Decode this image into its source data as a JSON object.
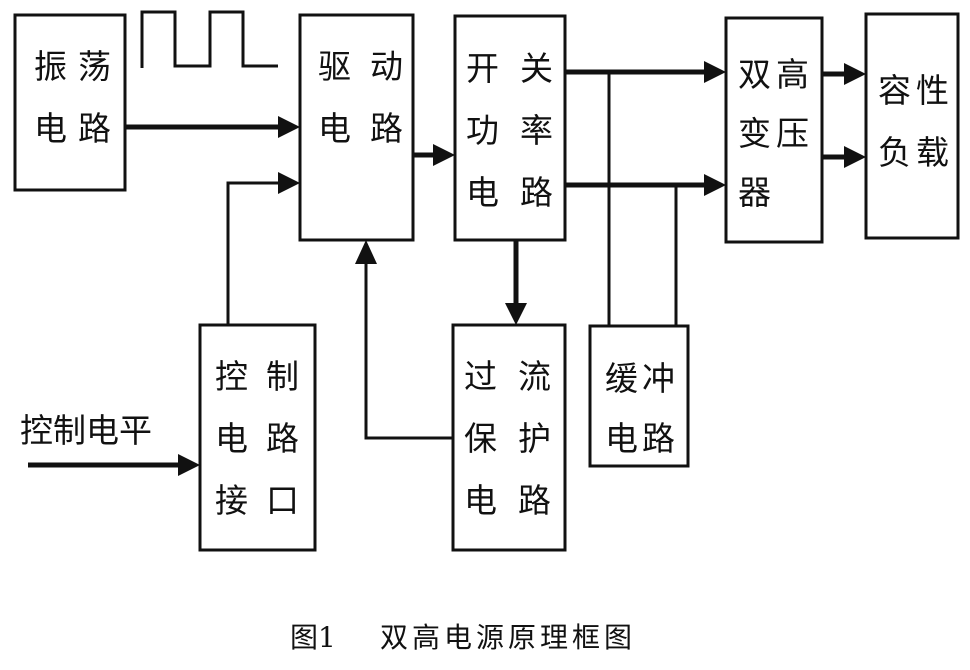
{
  "diagram": {
    "type": "block-diagram",
    "blocks": {
      "oscillator": {
        "chars": [
          "振",
          "荡",
          "电",
          "路"
        ],
        "text": "振荡电路"
      },
      "driver": {
        "chars": [
          "驱",
          "动",
          "电",
          "路"
        ],
        "text": "驱动电路"
      },
      "power_switch": {
        "chars": [
          "开",
          "关",
          "功",
          "率",
          "电",
          "路"
        ],
        "text": "开关功率电路"
      },
      "transformer": {
        "chars": [
          "双",
          "高",
          "变",
          "压",
          "器"
        ],
        "text": "双高变压器"
      },
      "load": {
        "chars": [
          "容",
          "性",
          "负",
          "载"
        ],
        "text": "容性负载"
      },
      "control_interface": {
        "chars": [
          "控",
          "制",
          "电",
          "路",
          "接",
          "口"
        ],
        "text": "控制电路接口"
      },
      "overcurrent": {
        "chars": [
          "过",
          "流",
          "保",
          "护",
          "电",
          "路"
        ],
        "text": "过流保护电路"
      },
      "buffer": {
        "chars": [
          "缓",
          "冲",
          "电",
          "路"
        ],
        "text": "缓冲电路"
      }
    },
    "input_label": "控制电平",
    "waveform": "square-wave",
    "connections": [
      {
        "from": "oscillator",
        "to": "driver"
      },
      {
        "from": "control_interface",
        "to": "driver"
      },
      {
        "from": "driver",
        "to": "power_switch"
      },
      {
        "from": "power_switch",
        "to": "transformer",
        "note": "upper output"
      },
      {
        "from": "power_switch",
        "to": "transformer",
        "note": "lower output"
      },
      {
        "from": "power_switch",
        "to": "overcurrent"
      },
      {
        "from": "overcurrent",
        "to": "driver",
        "note": "feedback"
      },
      {
        "from": "buffer",
        "to": "power_switch outputs",
        "note": "tapped lines"
      },
      {
        "from": "transformer",
        "to": "load",
        "note": "upper"
      },
      {
        "from": "transformer",
        "to": "load",
        "note": "lower"
      },
      {
        "from": "input_label",
        "to": "control_interface"
      }
    ]
  },
  "caption": {
    "figure_number": "图1",
    "title": "双高电源原理框图"
  }
}
